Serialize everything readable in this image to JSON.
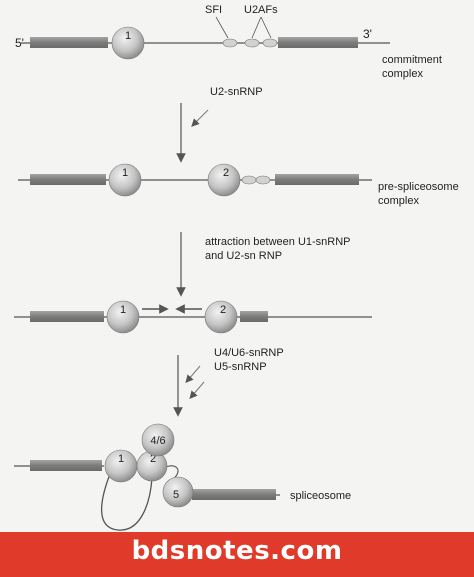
{
  "diagram": {
    "ends": {
      "five_prime": "5'",
      "three_prime": "3'"
    },
    "factors": {
      "sfi": "SFI",
      "u2afs": "U2AFs"
    },
    "stages": [
      {
        "label_line1": "commitment",
        "label_line2": "complex"
      },
      {
        "label_line1": "pre-spliceosome",
        "label_line2": "complex"
      },
      {
        "label_line1": "",
        "label_line2": ""
      },
      {
        "label_line1": "spliceosome",
        "label_line2": ""
      }
    ],
    "steps": [
      {
        "line1": "U2-snRNP",
        "line2": ""
      },
      {
        "line1": "attraction between U1-snRNP",
        "line2": "and U2-sn RNP"
      },
      {
        "line1": "U4/U6-snRNP",
        "line2": "U5-snRNP"
      }
    ],
    "particles": {
      "u1": "1",
      "u2": "2",
      "u4u6": "4/6",
      "u5": "5"
    }
  },
  "watermark": {
    "text": "bdsnotes.com"
  },
  "colors": {
    "exon": "#8a8a8a",
    "particle": "#c9c9c9",
    "line": "#555555",
    "watermark_bg": "#e03a2a"
  }
}
